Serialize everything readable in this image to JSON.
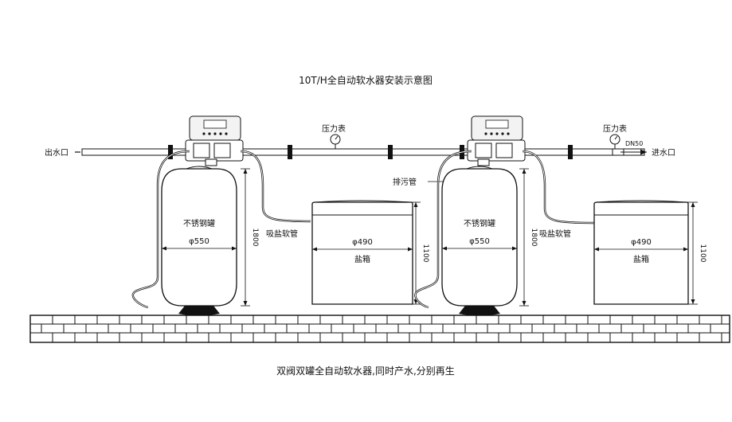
{
  "title": "10T/H全自动软水器安装示意图",
  "caption": "双阀双罐全自动软水器,同时产水,分别再生",
  "labels": {
    "outlet": "出水口",
    "inlet": "进水口",
    "gauge": "压力表",
    "dn": "DN50",
    "drain_pipe": "排污管",
    "brine_hose": "吸盐软管",
    "tank": "不锈钢罐",
    "tank_dia": "φ550",
    "tank_height": "1800",
    "brine_box": "盐箱",
    "brine_dia": "φ490",
    "brine_height": "1100"
  },
  "colors": {
    "line": "#111111",
    "panel": "#f3f3f3",
    "screen": "#ffffff"
  },
  "icons": [
    "pressure-gauge-icon",
    "arrow-right-icon",
    "control-valve-icon",
    "brick-wall-icon"
  ]
}
